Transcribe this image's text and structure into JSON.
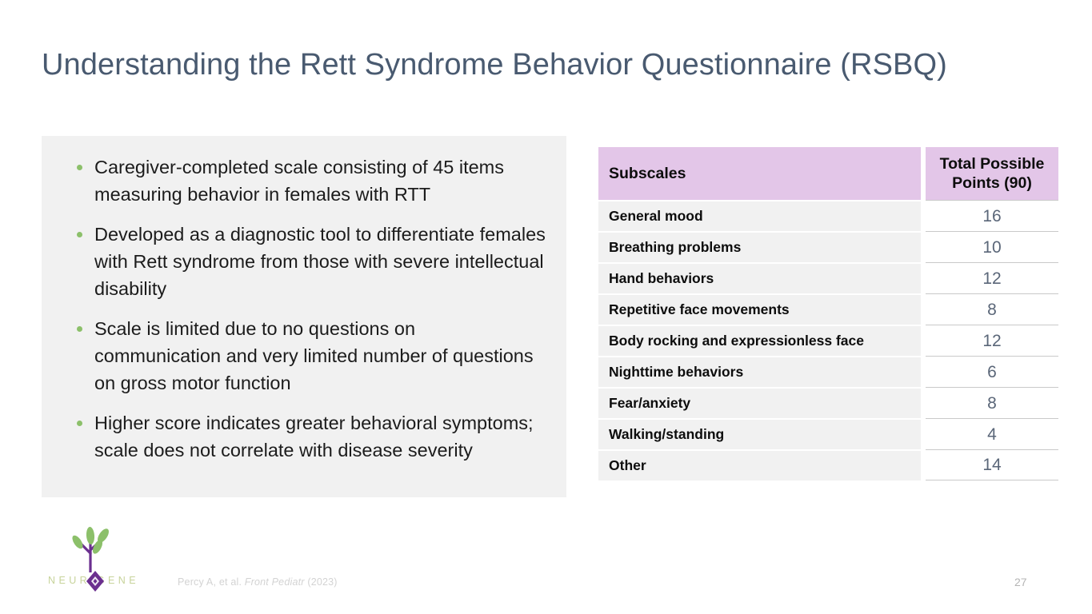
{
  "slide": {
    "title": "Understanding the Rett Syndrome Behavior Questionnaire (RSBQ)",
    "page_number": "27",
    "title_color": "#495a70",
    "panel_bg": "#f1f1f1",
    "accent_bullet_color": "#8cc06a",
    "table_header_bg": "#e3c6e8",
    "value_text_color": "#5a6678"
  },
  "bullets": [
    {
      "text": "Caregiver-completed scale consisting of 45 items measuring behavior in females with RTT"
    },
    {
      "text": "Developed as a diagnostic tool to differentiate females with Rett syndrome from those with severe intellectual disability"
    },
    {
      "text": "Scale is limited due to no questions on communication and very limited number of questions on gross motor function"
    },
    {
      "text": "Higher score indicates greater behavioral symptoms; scale does not correlate with disease severity"
    }
  ],
  "table": {
    "headers": {
      "subscales": "Subscales",
      "points": "Total Possible Points (90)"
    },
    "rows": [
      {
        "name": "General mood",
        "points": "16"
      },
      {
        "name": "Breathing problems",
        "points": "10"
      },
      {
        "name": "Hand behaviors",
        "points": "12"
      },
      {
        "name": "Repetitive face movements",
        "points": "8"
      },
      {
        "name": "Body rocking and expressionless face",
        "points": "12"
      },
      {
        "name": "Nighttime behaviors",
        "points": "6"
      },
      {
        "name": "Fear/anxiety",
        "points": "8"
      },
      {
        "name": "Walking/standing",
        "points": "4"
      },
      {
        "name": "Other",
        "points": "14"
      }
    ]
  },
  "footer": {
    "citation_prefix": "Percy A, et al. ",
    "citation_journal": "Front Pediatr",
    "citation_suffix": " (2023)"
  },
  "logo": {
    "wordmark": "NEUR  GENE",
    "stem_color": "#6b2f8f",
    "leaf_color": "#8cc06a",
    "word_color": "#c7d39a"
  }
}
